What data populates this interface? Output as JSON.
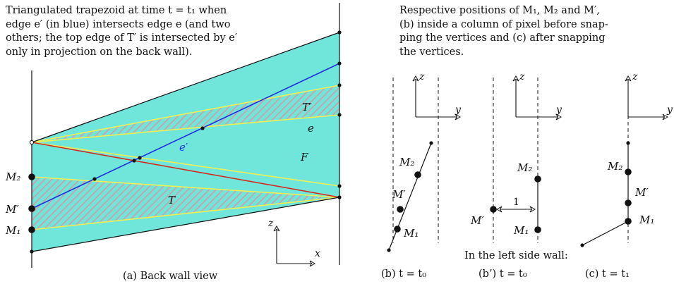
{
  "left_caption": [
    "Triangulated trapezoid at time t = t₁ when",
    "edge e′ (in blue) intersects edge e (and two",
    "others; the top edge of T′ is intersected by e′",
    "only in projection on the back wall)."
  ],
  "right_caption": [
    "Respective positions of M₁, M₂ and M′,",
    "(b) inside a column of pixel before snap-",
    "ping the vertices and (c) after snapping",
    "the vertices."
  ],
  "back_wall": {
    "labels": {
      "t_prime": "T′",
      "e": "e",
      "e_prime": "e′",
      "f": "F",
      "t": "T",
      "m2": "M₂",
      "m_prime": "M′",
      "m1": "M₁"
    },
    "axis_z": "z",
    "axis_x": "x",
    "subcaption": "(a) Back wall view"
  },
  "panel_b": {
    "axis_z": "z",
    "axis_y": "y",
    "m2": "M₂",
    "m_prime": "M′",
    "m1": "M₁",
    "subcaption": "(b) t = t₀"
  },
  "panel_b_prime": {
    "axis_z": "z",
    "axis_y": "y",
    "m2": "M₂",
    "m_prime": "M′",
    "m1": "M₁",
    "distance": "1",
    "heading": "In the left side wall:",
    "subcaption": "(b’) t = t₀"
  },
  "panel_c": {
    "axis_z": "z",
    "axis_y": "y",
    "m2": "M₂",
    "m_prime": "M′",
    "m1": "M₁",
    "subcaption": "(c) t = t₁"
  },
  "colors": {
    "fill": "#6fe6d9",
    "edge_blue": "#1f2fe0",
    "edge_red": "#d42a1e",
    "edge_yellow": "#f0ef55",
    "hatch": "#d79aa6"
  }
}
